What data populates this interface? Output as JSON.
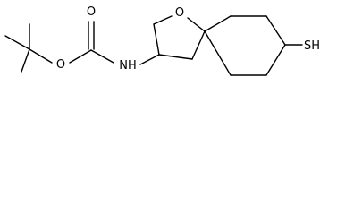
{
  "molecule": {
    "atoms": {
      "carbonyl_oxygen": "O",
      "ester_oxygen": "O",
      "ring_oxygen": "O",
      "amine": "NH",
      "thiol": "SH"
    },
    "colors": {
      "bond": "#000000",
      "label": "#000000",
      "background": "#ffffff"
    }
  }
}
